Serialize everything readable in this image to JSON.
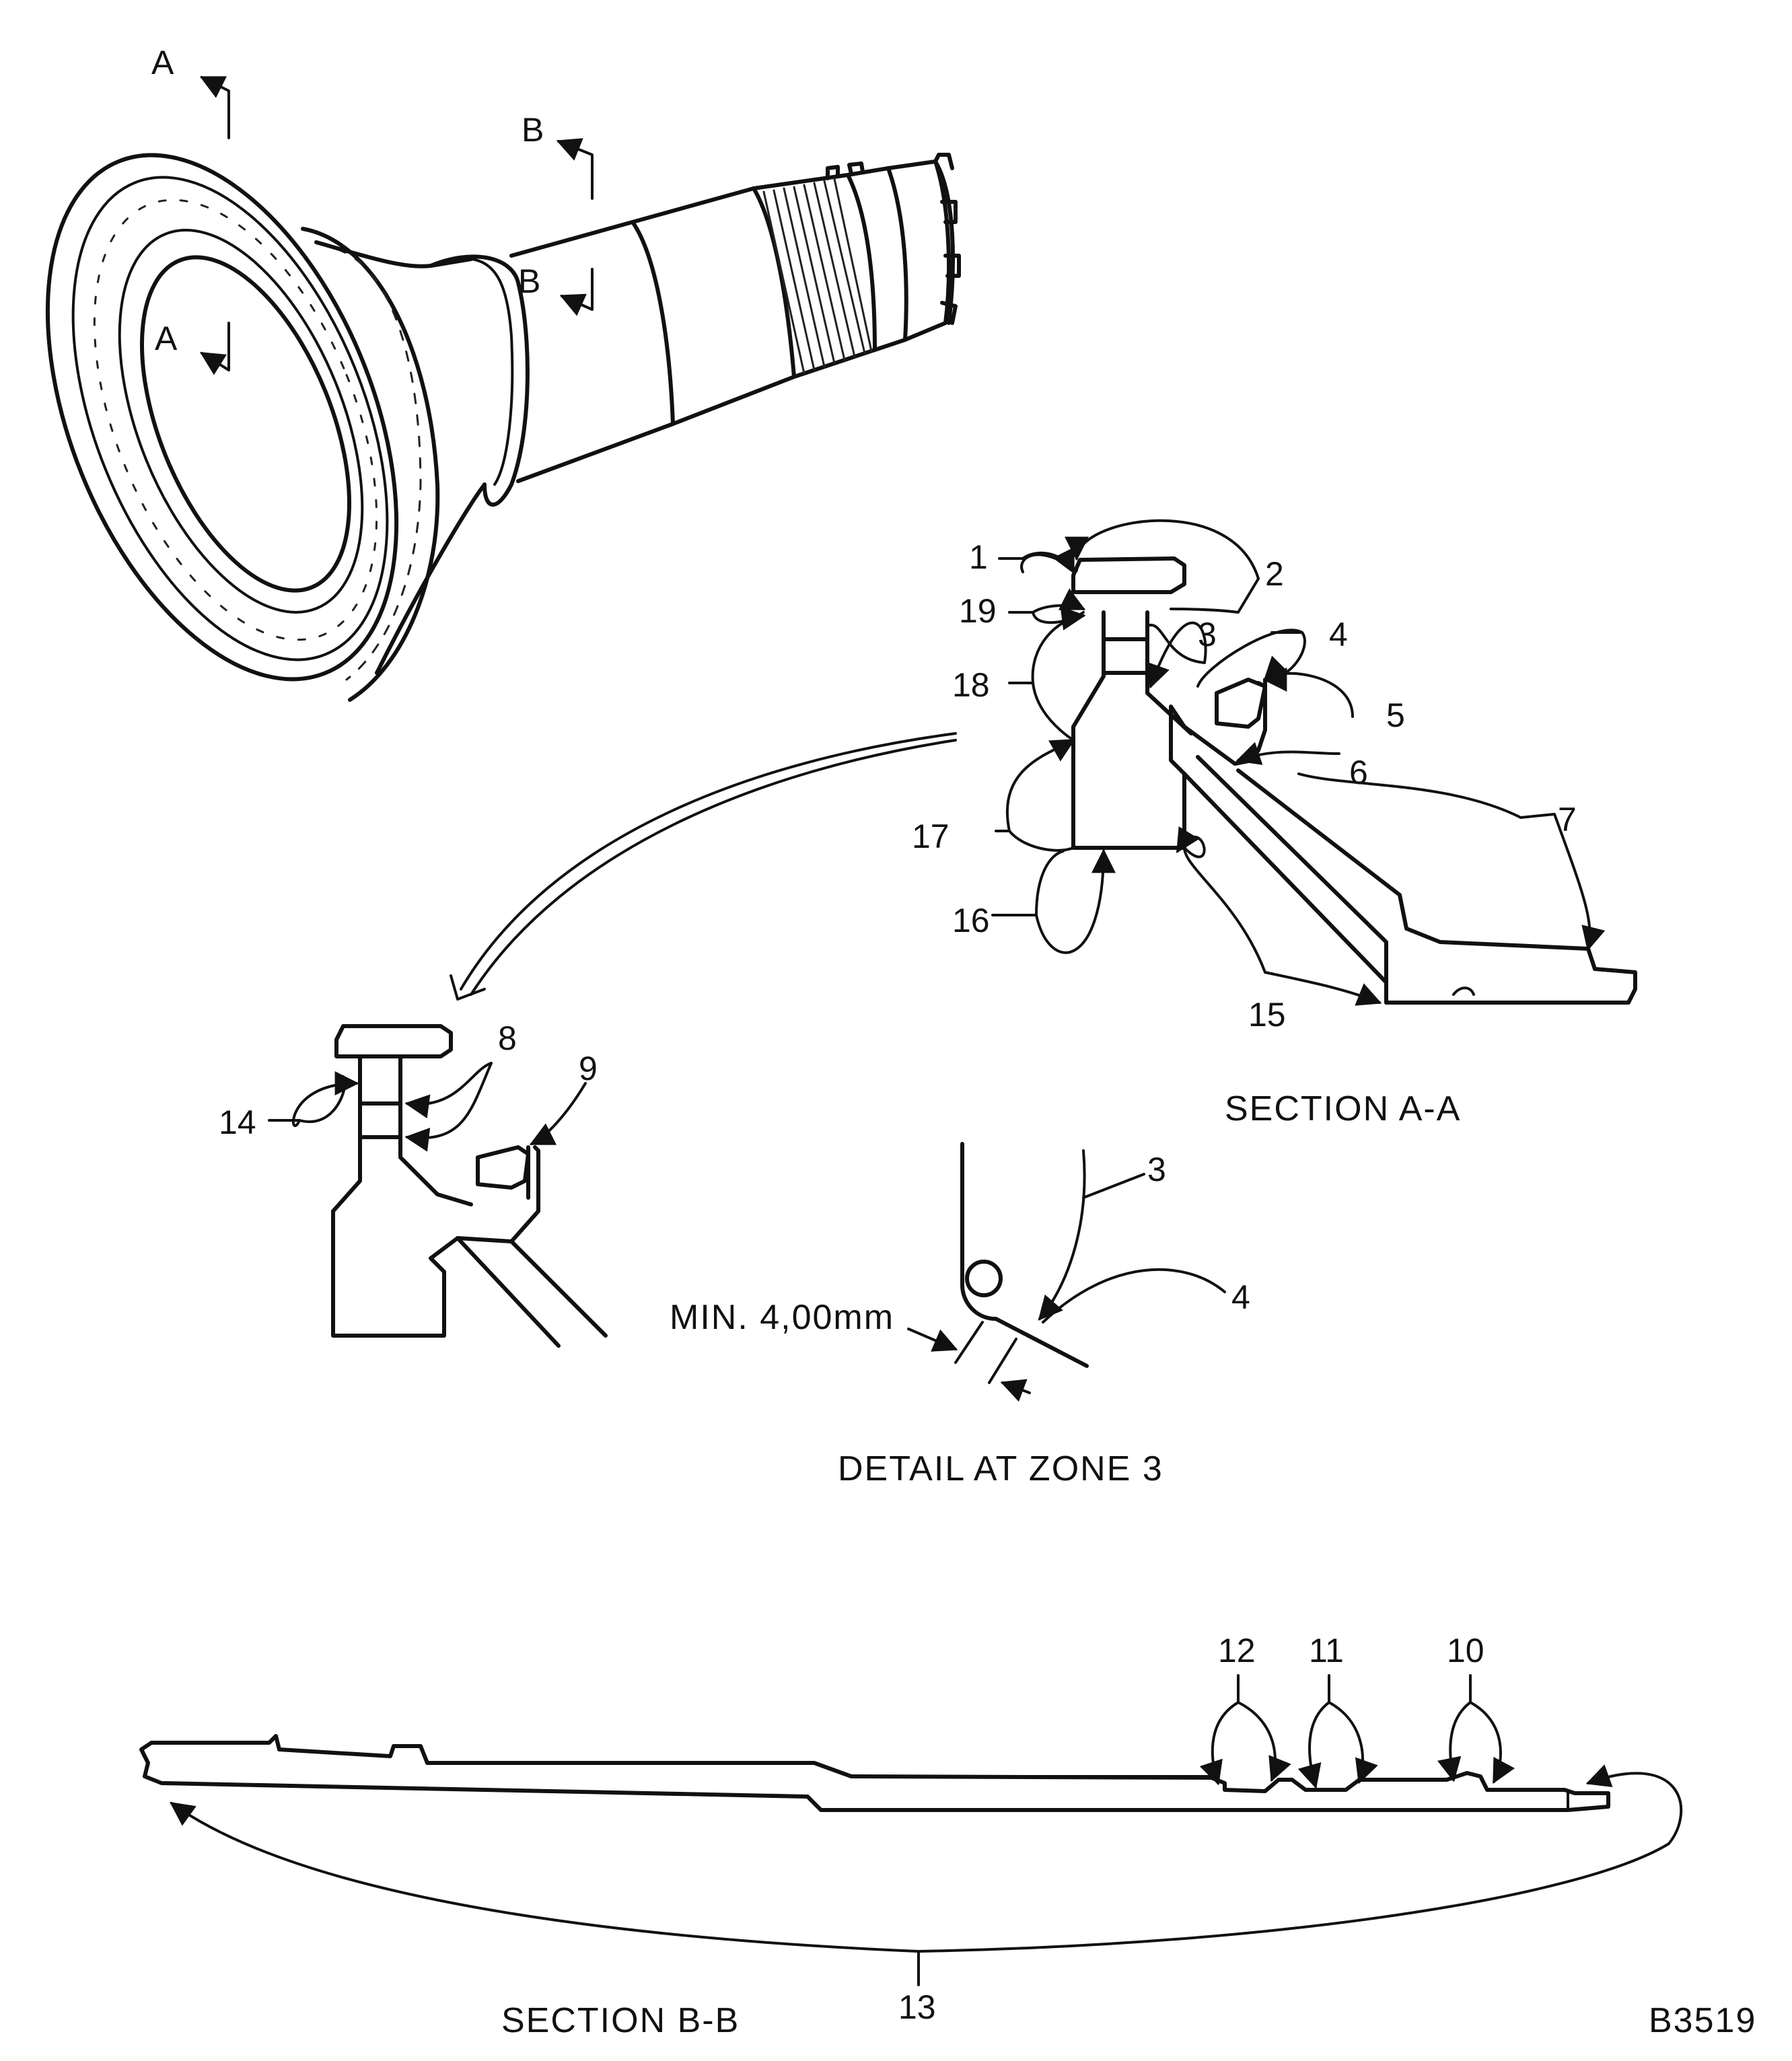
{
  "section_markers": {
    "a_top": "A",
    "a_inner": "A",
    "b_top": "B",
    "b_inner": "B"
  },
  "callouts": {
    "c1": "1",
    "c2": "2",
    "c3": "3",
    "c4": "4",
    "c5": "5",
    "c6": "6",
    "c7": "7",
    "c8": "8",
    "c9": "9",
    "c10": "10",
    "c11": "11",
    "c12": "12",
    "c13": "13",
    "c14": "14",
    "c15": "15",
    "c16": "16",
    "c17": "17",
    "c18": "18",
    "c19": "19",
    "detail_3": "3",
    "detail_4": "4"
  },
  "captions": {
    "section_aa": "SECTION A-A",
    "detail_zone3": "DETAIL AT ZONE 3",
    "section_bb": "SECTION B-B",
    "dimension": "MIN. 4,00mm",
    "figure_id": "B3519"
  }
}
